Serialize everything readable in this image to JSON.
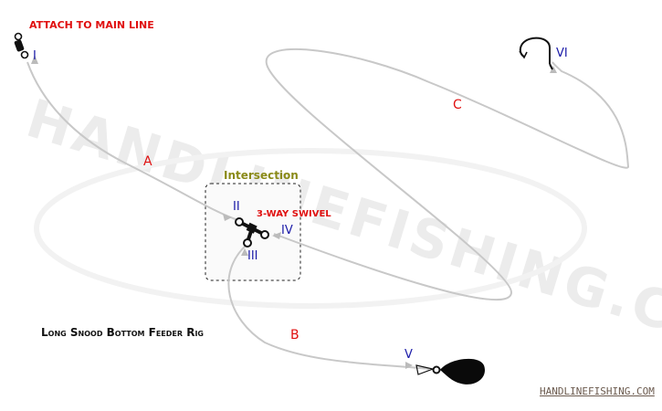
{
  "labels": {
    "attach": "ATTACH TO MAIN LINE",
    "segment_a": "A",
    "segment_b": "B",
    "segment_c": "C",
    "point_1": "I",
    "point_2": "II",
    "point_3": "III",
    "point_4": "IV",
    "point_5": "V",
    "point_6": "VI",
    "intersection": "Intersection",
    "swivel": "3-WAY SWIVEL",
    "rig_title": "Long Snood Bottom Feeder Rig",
    "site": "HANDLINEFISHING.COM",
    "watermark": "HANDLINEFISHING.COM"
  },
  "colors": {
    "title_red": "#e01010",
    "roman_blue": "#1a1aa8",
    "intersection_olive": "#8a8a18",
    "line_grey": "#c8c8c8"
  },
  "icons": [
    "swivel-icon",
    "three-way-swivel-icon",
    "hook-icon",
    "sinker-icon"
  ]
}
